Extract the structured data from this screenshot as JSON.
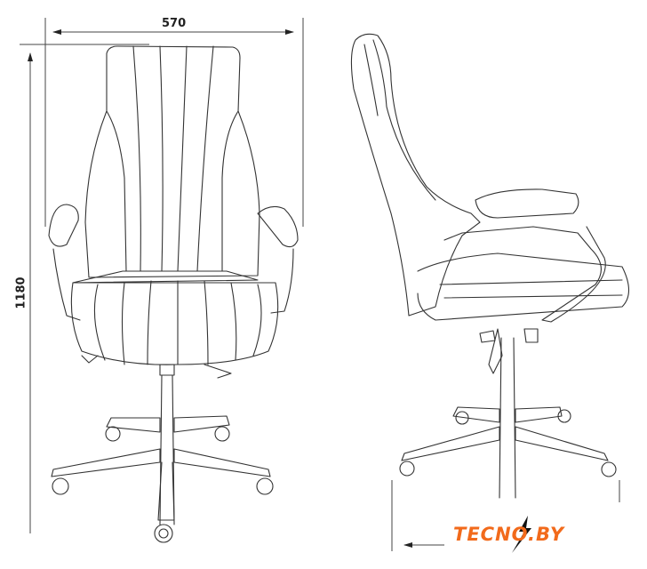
{
  "dimensions": {
    "width_label": "570",
    "height_label": "1180"
  },
  "logo": {
    "text": "TECNO.BY",
    "color": "#f26a1b"
  },
  "views": [
    "front-view",
    "side-view"
  ]
}
